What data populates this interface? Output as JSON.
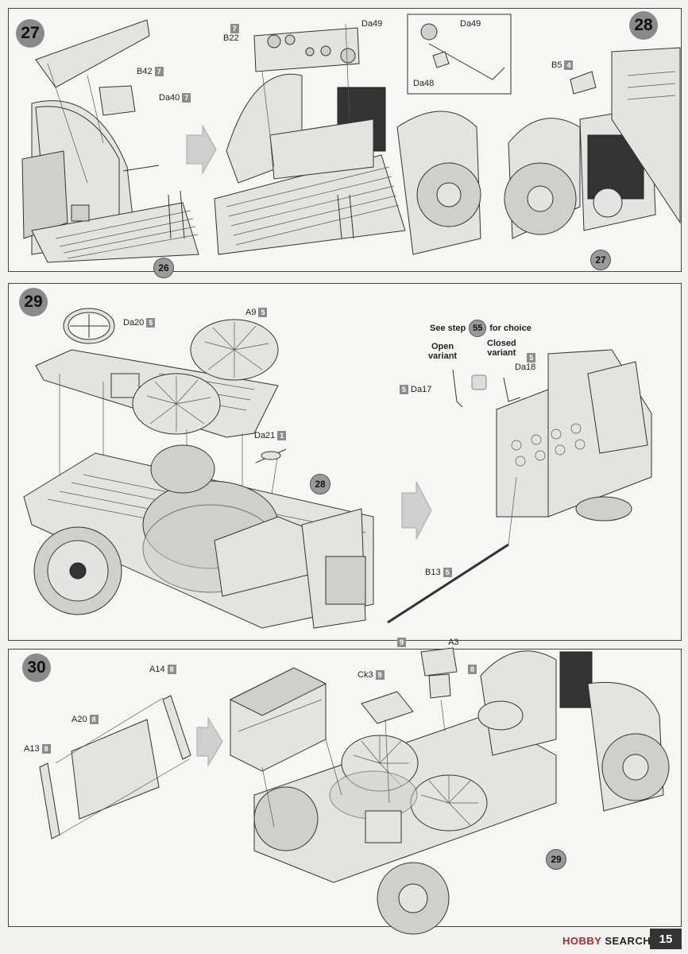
{
  "steps": {
    "s27": "27",
    "s28": "28",
    "s29": "29",
    "s30": "30"
  },
  "refs": {
    "r26": "26",
    "r27": "27",
    "r28": "28",
    "r29": "29",
    "r55": "55"
  },
  "labels": {
    "b42": {
      "name": "B42",
      "num": "7"
    },
    "da40": {
      "name": "Da40",
      "num": "7"
    },
    "b22": {
      "name": "B22",
      "num": "7"
    },
    "da49a": {
      "name": "Da49"
    },
    "da49b": {
      "name": "Da49"
    },
    "da48": {
      "name": "Da48"
    },
    "b5": {
      "name": "B5",
      "num": "4"
    },
    "da20": {
      "name": "Da20",
      "num": "5"
    },
    "a9": {
      "name": "A9",
      "num": "5"
    },
    "da21": {
      "name": "Da21",
      "num": "1"
    },
    "da17": {
      "name": "Da17",
      "num": "5"
    },
    "da18": {
      "name": "Da18",
      "num": "5"
    },
    "b13": {
      "name": "B13",
      "num": "5"
    },
    "a14": {
      "name": "A14",
      "num": "8"
    },
    "a20": {
      "name": "A20",
      "num": "8"
    },
    "a13": {
      "name": "A13",
      "num": "8"
    },
    "ck3": {
      "name": "Ck3",
      "num": "9"
    },
    "a3": {
      "name": "A3",
      "num_top": "9",
      "num_right": "8"
    }
  },
  "choice": {
    "see_step_prefix": "See step",
    "see_step_suffix": "for choice",
    "open_line1": "Open",
    "open_line2": "variant",
    "closed_line1": "Closed",
    "closed_line2": "variant"
  },
  "footer": {
    "brand_red": "HOBBY",
    "brand_rest": " SEARCH",
    "page": "15"
  },
  "colors": {
    "badge": "#8a8a8a",
    "part_fill": "#e3e3e1",
    "brand_red": "#b4252b"
  }
}
